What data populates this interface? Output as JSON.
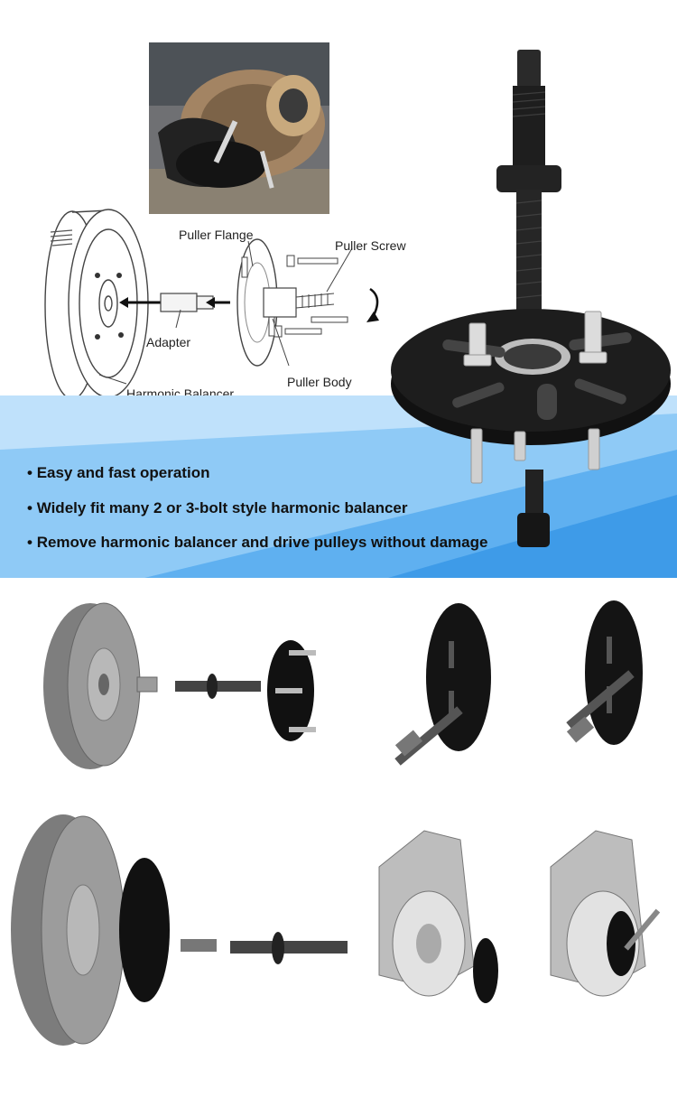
{
  "diagram_labels": {
    "puller_flange": "Puller Flange",
    "puller_screw": "Puller Screw",
    "adapter": "Adapter",
    "puller_body": "Puller Body",
    "harmonic_balancer": "Harmonic Balancer"
  },
  "features": [
    "Easy and fast operation",
    "Widely fit many 2 or 3-bolt style harmonic balancer",
    "Remove harmonic balancer and drive pulleys without damage"
  ],
  "colors": {
    "banner_light": "#bfe1fb",
    "banner_mid": "#6fb8f2",
    "banner_dark": "#3e9be8",
    "tool_black": "#1b1b1b",
    "metal_grey": "#8d8d8d"
  }
}
